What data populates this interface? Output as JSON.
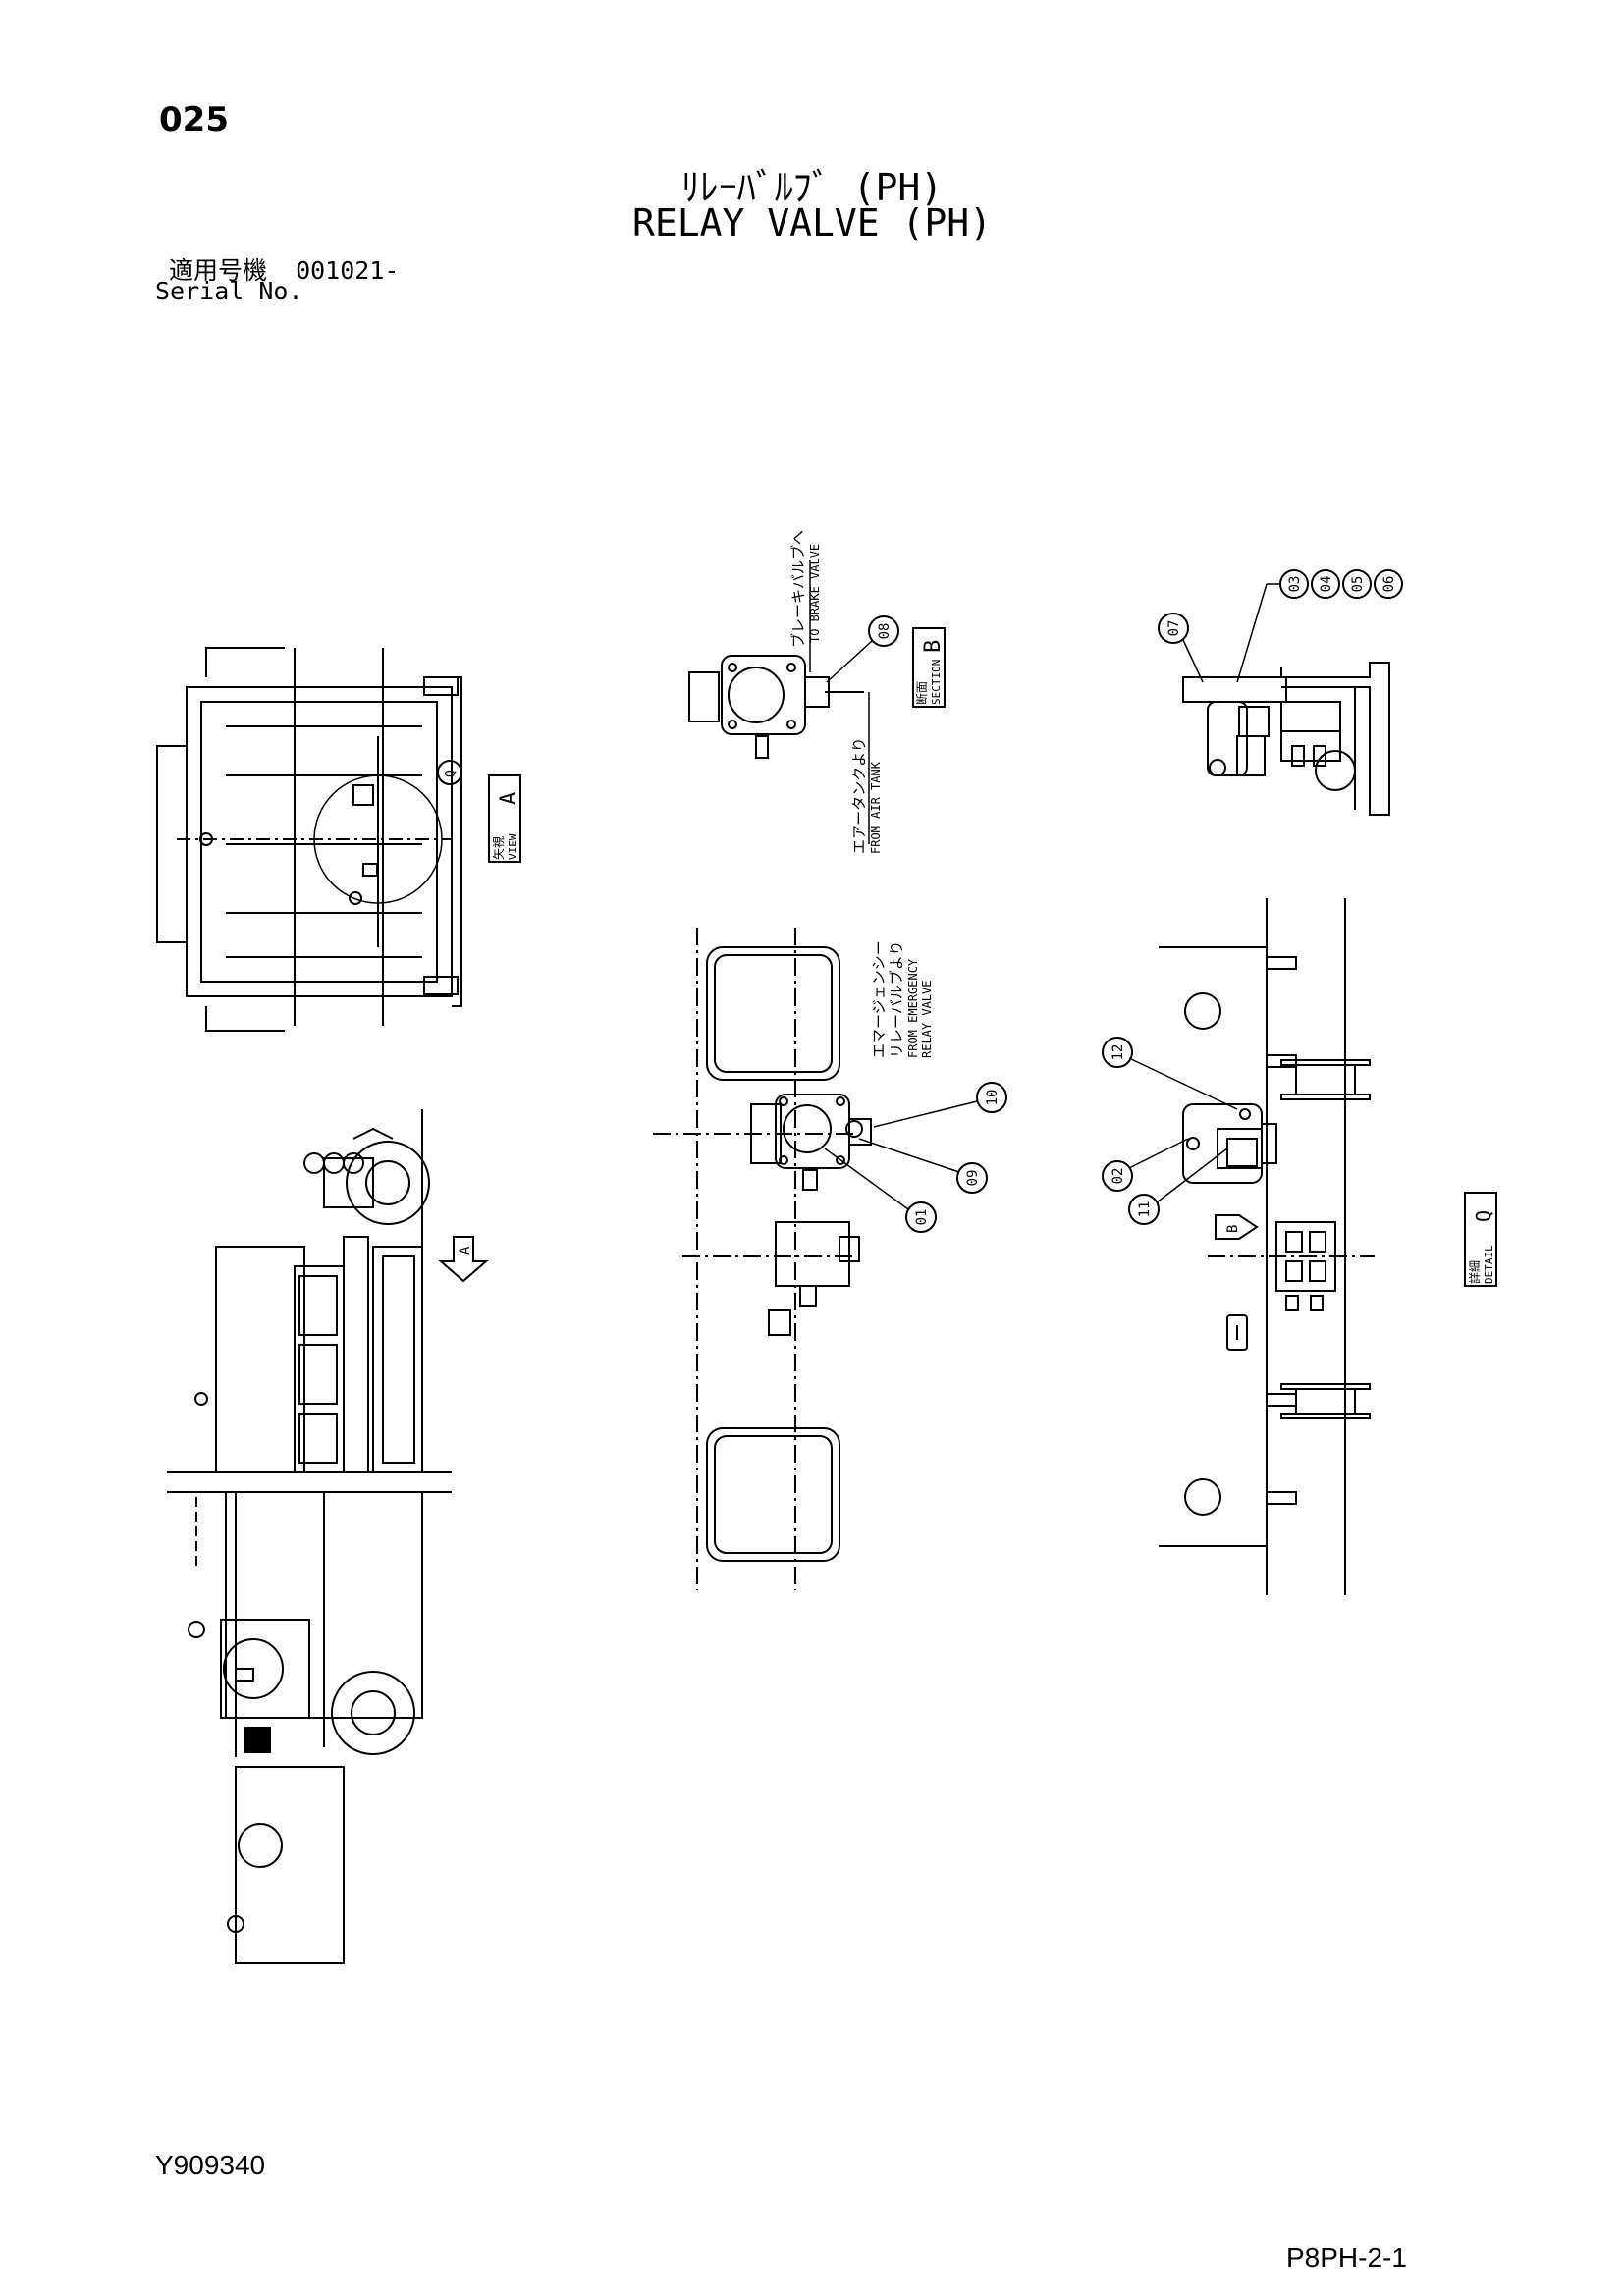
{
  "header": {
    "page_no": "025",
    "title_jp": "ﾘﾚｰﾊﾞﾙﾌﾞ (PH)",
    "title_en": "RELAY VALVE (PH)",
    "serial_jp_label": "適用号機",
    "serial_value": "001021-",
    "serial_en_label": "Serial No."
  },
  "callouts": [
    "01",
    "02",
    "03",
    "04",
    "05",
    "06",
    "07",
    "08",
    "09",
    "10",
    "11",
    "12"
  ],
  "labels": {
    "to_brake_jp": "ブレーキバルブへ",
    "to_brake_en": "TO BRAKE VALVE",
    "from_tank_jp": "エアータンクより",
    "from_tank_en": "FROM AIR TANK",
    "from_emerg_jp1": "エマージェンシー",
    "from_emerg_jp2": "リレーバルブより",
    "from_emerg_en1": "FROM EMERGENCY",
    "from_emerg_en2": "RELAY VALVE",
    "view_jp": "矢視",
    "view_en": "VIEW",
    "view_letter": "A",
    "section_jp": "断面",
    "section_en": "SECTION",
    "section_letter": "B",
    "detail_jp": "詳細",
    "detail_en": "DETAIL",
    "detail_letter": "Q",
    "arrow_a": "A",
    "arrow_b": "B",
    "circle_q": "Q"
  },
  "footer": {
    "doc_code": "Y909340",
    "page_ref": "P8PH-2-1"
  }
}
